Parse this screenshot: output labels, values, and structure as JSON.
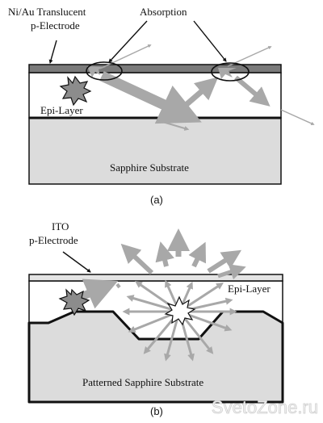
{
  "diagram_a": {
    "electrode_label_line1": "Ni/Au Translucent",
    "electrode_label_line2": "p-Electrode",
    "absorption_label": "Absorption",
    "epi_layer_label": "Epi-Layer",
    "substrate_label": "Sapphire Substrate",
    "caption": "(a)"
  },
  "diagram_b": {
    "electrode_label_line1": "ITO",
    "electrode_label_line2": "p-Electrode",
    "epi_layer_label": "Epi-Layer",
    "substrate_label": "Patterned Sapphire Substrate",
    "caption": "(b)"
  },
  "watermark": "SvetoZone.ru",
  "colors": {
    "substrate": "#dcdcdc",
    "electrode_a": "#7a7a7a",
    "electrode_b": "#e4e4e4",
    "arrow": "#a8a8a8",
    "source_star": "#8c8c8c",
    "outline": "#111111"
  }
}
